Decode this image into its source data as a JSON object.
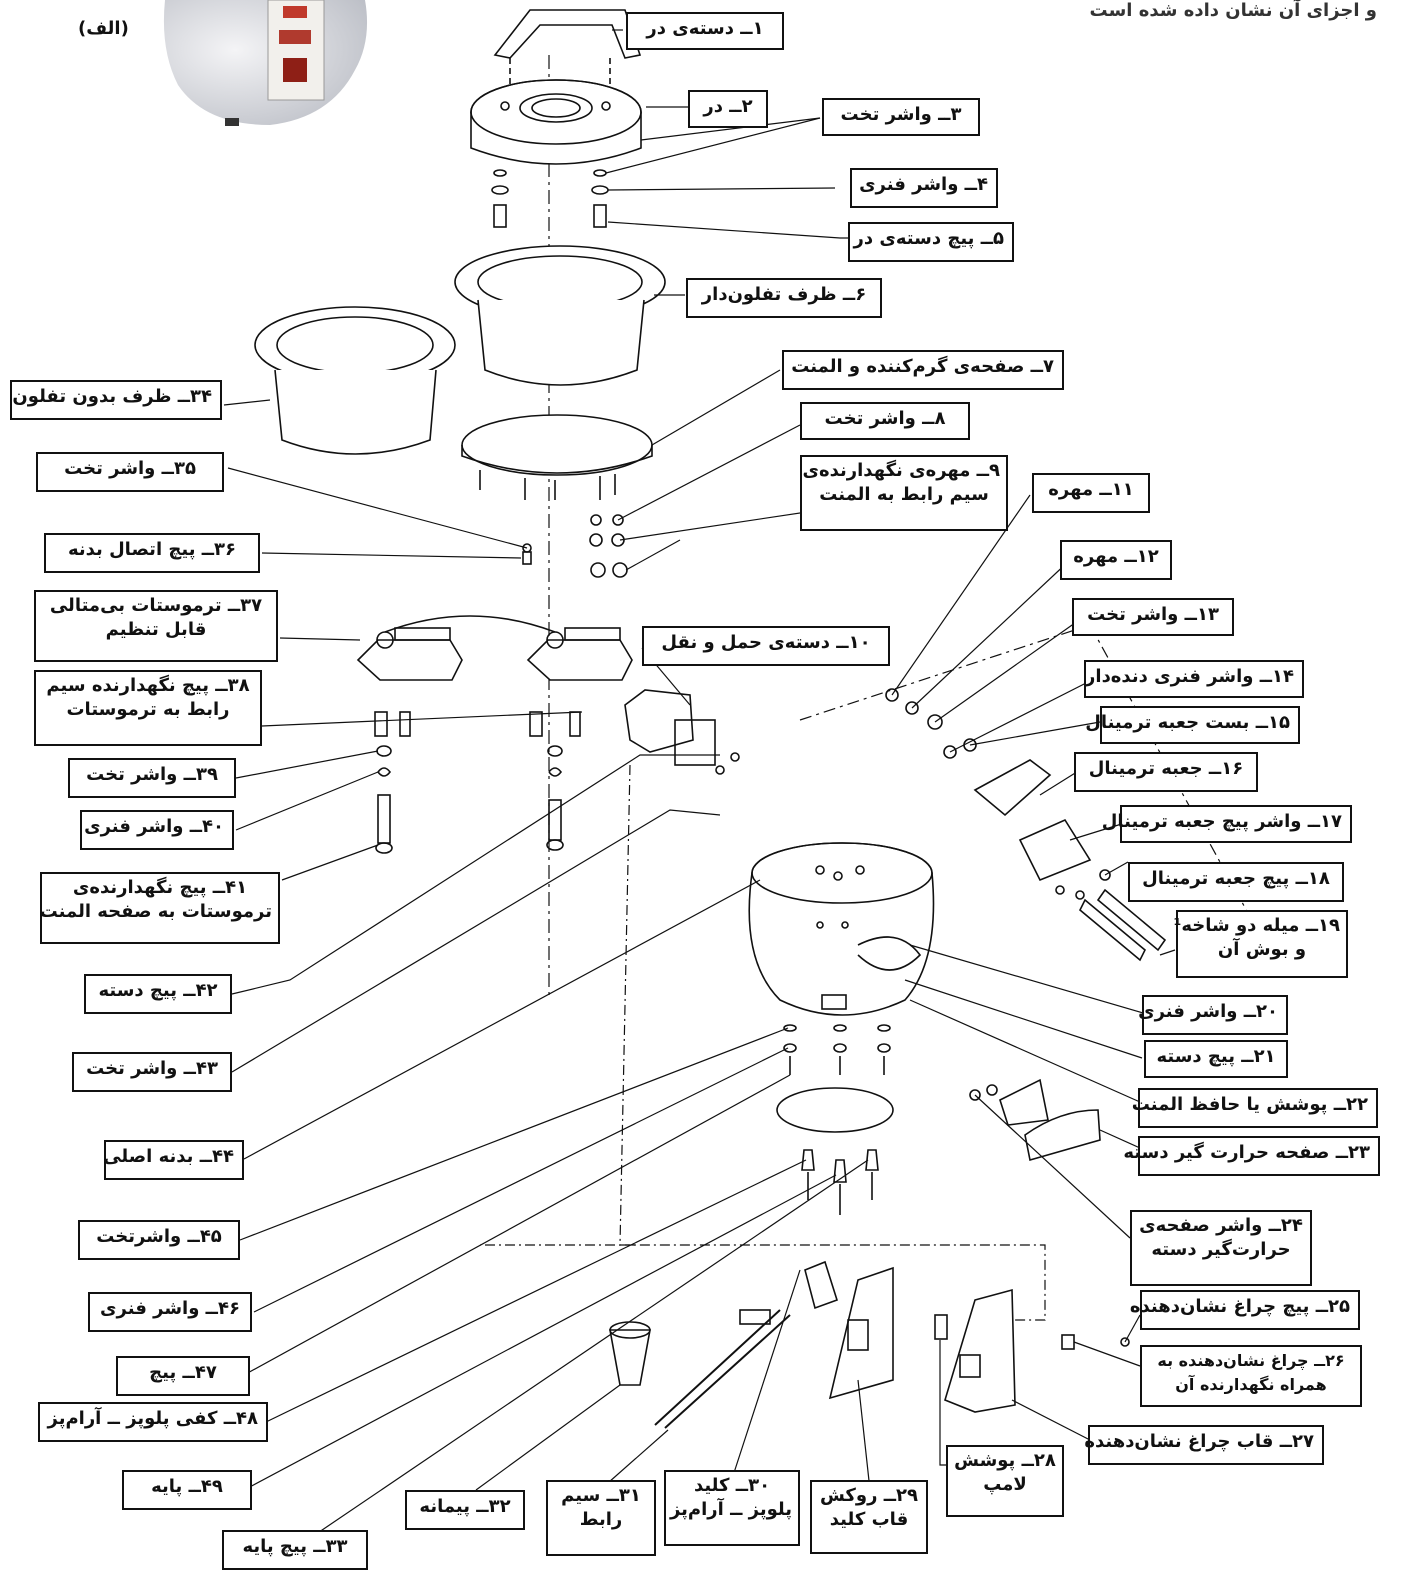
{
  "caption": "(الف)",
  "top_text": "و اجزای آن نشان داده شده است",
  "labels": {
    "l1": "۱ــ دسته‌ی در",
    "l2": "۲ــ در",
    "l3": "۳ــ واشر تخت",
    "l4": "۴ــ واشر فنری",
    "l5": "۵ــ پیچ دسته‌ی در",
    "l6": "۶ــ ظرف تفلون‌دار",
    "l7": "۷ــ صفحه‌ی گرم‌کننده و المنت",
    "l8": "۸ــ واشر تخت",
    "l9a": "۹ــ مهره‌ی نگهدارنده‌ی",
    "l9b": "سیم رابط به المنت",
    "l10": "۱۰ــ دسته‌ی حمل و نقل",
    "l11": "۱۱ــ مهره",
    "l12": "۱۲ــ مهره",
    "l13": "۱۳ــ واشر تخت",
    "l14": "۱۴ــ واشر فنری دنده‌دار",
    "l15": "۱۵ــ بست جعبه ترمینال",
    "l16": "۱۶ــ جعبه ترمینال",
    "l17": "۱۷ــ واشر پیچ جعبه ترمینال",
    "l18": "۱۸ــ پیچ جعبه ترمینال",
    "l19a": "۱۹ــ میله دو شاخه¹",
    "l19b": "و بوش آن",
    "l20": "۲۰ــ واشر فنری",
    "l21": "۲۱ــ پیچ دسته",
    "l22": "۲۲ــ پوشش یا حافظ المنت",
    "l23": "۲۳ــ صفحه حرارت گیر دسته",
    "l24a": "۲۴ــ واشر صفحه‌ی",
    "l24b": "حرارت‌گیر دسته",
    "l25": "۲۵ــ پیچ چراغ نشان‌دهنده",
    "l26a": "۲۶ــ چراغ نشان‌دهنده به",
    "l26b": "همراه نگهدارنده آن",
    "l27": "۲۷ــ قاب چراغ نشان‌دهنده",
    "l28a": "۲۸ــ پوشش",
    "l28b": "لامپ",
    "l29a": "۲۹ــ روکش",
    "l29b": "قاب کلید",
    "l30a": "۳۰ــ کلید",
    "l30b": "پلوپز ــ آرام‌پز",
    "l31a": "۳۱ــ سیم",
    "l31b": "رابط",
    "l32": "۳۲ــ پیمانه",
    "l33": "۳۳ــ پیچ پایه",
    "l34": "۳۴ــ ظرف بدون تفلون",
    "l35": "۳۵ــ واشر تخت",
    "l36": "۳۶ــ پیچ اتصال بدنه",
    "l37a": "۳۷ــ ترموستات بی‌متالی",
    "l37b": "قابل تنظیم",
    "l38a": "۳۸ــ پیچ نگهدارنده سیم",
    "l38b": "رابط به ترموستات",
    "l39": "۳۹ــ واشر تخت",
    "l40": "۴۰ــ واشر فنری",
    "l41a": "۴۱ــ پیچ نگهدارنده‌ی",
    "l41b": "ترموستات به صفحه المنت",
    "l42": "۴۲ــ پیچ دسته",
    "l43": "۴۳ــ واشر تخت",
    "l44": "۴۴ــ بدنه اصلی",
    "l45": "۴۵ــ واشرتخت",
    "l46": "۴۶ــ واشر فنری",
    "l47": "۴۷ــ پیچ",
    "l48": "۴۸ــ کفی پلوپز ــ آرام‌پز",
    "l49": "۴۹ــ پایه"
  }
}
